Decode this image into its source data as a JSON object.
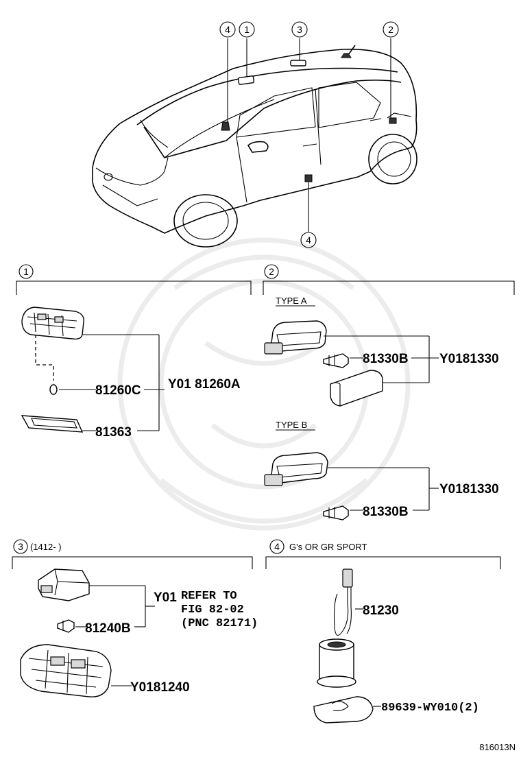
{
  "diagram": {
    "figure_number": "816013N",
    "overview": {
      "callouts": [
        "4",
        "1",
        "3",
        "2",
        "4"
      ]
    },
    "section1": {
      "index": "1",
      "parts": {
        "bulb": "81260C",
        "lens": "81363",
        "assembly": "Y01 81260A"
      }
    },
    "section2": {
      "index": "2",
      "type_a": {
        "label": "TYPE A",
        "bulb": "81330B",
        "assembly": "Y0181330"
      },
      "type_b": {
        "label": "TYPE B",
        "bulb": "81330B",
        "assembly": "Y0181330"
      }
    },
    "section3": {
      "index": "3",
      "date_range": "(1412-      )",
      "prefix": "Y01",
      "refer_lines": [
        "REFER TO",
        "FIG 82-02",
        "(PNC 82171)"
      ],
      "bulb": "81240B",
      "assembly": "Y0181240"
    },
    "section4": {
      "index": "4",
      "condition": "G's OR GR SPORT",
      "lamp": "81230",
      "clip": "89639-WY010(2)"
    }
  }
}
